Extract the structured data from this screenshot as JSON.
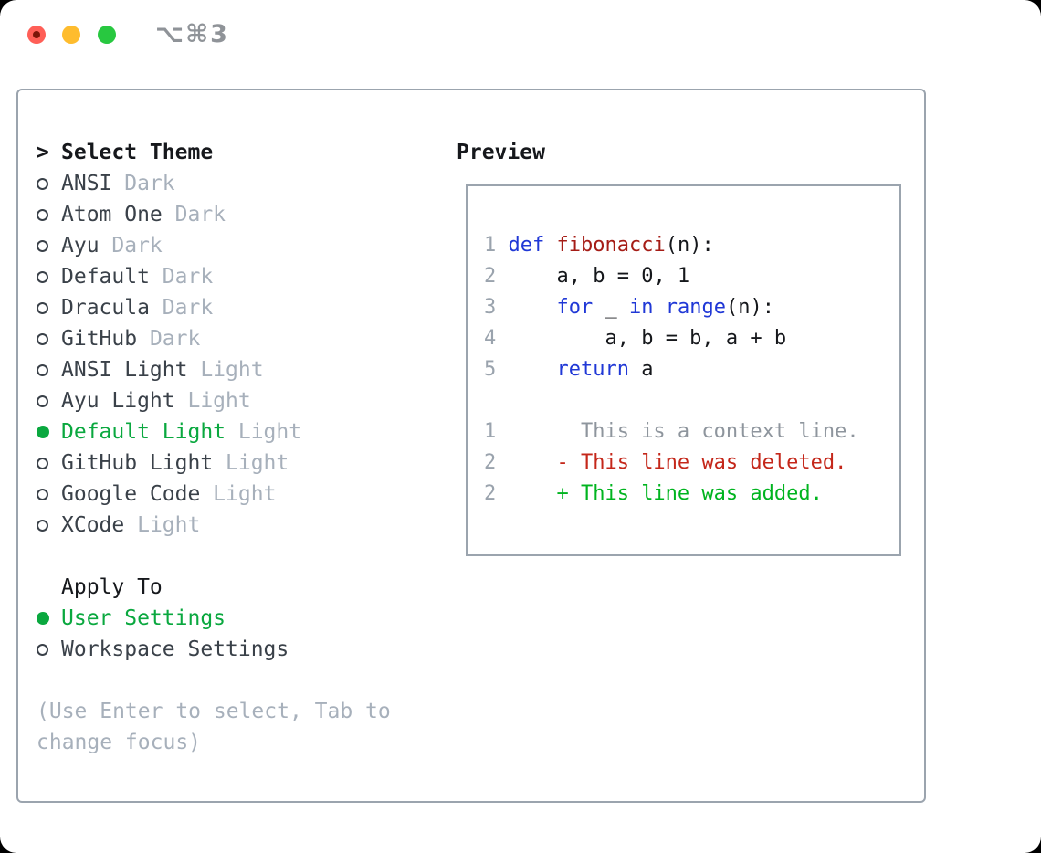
{
  "window": {
    "shortcut": "⌥⌘3",
    "traffic_lights": [
      "close",
      "minimize",
      "zoom"
    ]
  },
  "theme_panel": {
    "prompt": ">",
    "title": "Select Theme",
    "items": [
      {
        "label": "ANSI",
        "tag": "Dark",
        "selected": false
      },
      {
        "label": "Atom One",
        "tag": "Dark",
        "selected": false
      },
      {
        "label": "Ayu",
        "tag": "Dark",
        "selected": false
      },
      {
        "label": "Default",
        "tag": "Dark",
        "selected": false
      },
      {
        "label": "Dracula",
        "tag": "Dark",
        "selected": false
      },
      {
        "label": "GitHub",
        "tag": "Dark",
        "selected": false
      },
      {
        "label": "ANSI Light",
        "tag": "Light",
        "selected": false
      },
      {
        "label": "Ayu Light",
        "tag": "Light",
        "selected": false
      },
      {
        "label": "Default Light",
        "tag": "Light",
        "selected": true
      },
      {
        "label": "GitHub Light",
        "tag": "Light",
        "selected": false
      },
      {
        "label": "Google Code",
        "tag": "Light",
        "selected": false
      },
      {
        "label": "XCode",
        "tag": "Light",
        "selected": false
      }
    ],
    "apply_to": {
      "title": "Apply To",
      "options": [
        {
          "label": "User Settings",
          "selected": true
        },
        {
          "label": "Workspace Settings",
          "selected": false
        }
      ]
    },
    "hint": "(Use Enter to select, Tab to change focus)"
  },
  "preview": {
    "title": "Preview",
    "code_lines": [
      {
        "num": "1",
        "indent": "",
        "segments": [
          [
            "def",
            "kw"
          ],
          [
            " ",
            "pl"
          ],
          [
            "fibonacci",
            "fn"
          ],
          [
            "(n):",
            "pl"
          ]
        ]
      },
      {
        "num": "2",
        "indent": "    ",
        "segments": [
          [
            "a, b = 0, 1",
            "pl"
          ]
        ]
      },
      {
        "num": "3",
        "indent": "    ",
        "segments": [
          [
            "for",
            "kw"
          ],
          [
            " _ ",
            "pl"
          ],
          [
            "in",
            "kw"
          ],
          [
            " ",
            "pl"
          ],
          [
            "range",
            "kw"
          ],
          [
            "(n):",
            "pl"
          ]
        ]
      },
      {
        "num": "4",
        "indent": "        ",
        "segments": [
          [
            "a, b = b, a + b",
            "pl"
          ]
        ]
      },
      {
        "num": "5",
        "indent": "    ",
        "segments": [
          [
            "return",
            "kw"
          ],
          [
            " a",
            "pl"
          ]
        ]
      }
    ],
    "diff_lines": [
      {
        "num": "1",
        "sign": "",
        "kind": "ctx",
        "text": "This is a context line."
      },
      {
        "num": "2",
        "sign": "-",
        "kind": "del",
        "text": "This line was deleted."
      },
      {
        "num": "2",
        "sign": "+",
        "kind": "add",
        "text": "This line was added."
      }
    ]
  },
  "colors": {
    "window-bg": "#ffffff",
    "border": "#9ba4ae",
    "header-text": "#16181c",
    "item-text": "#3a4149",
    "tag-text": "#a7b0bb",
    "selected-green": "#0aa83f",
    "hint-text": "#a7b0bb",
    "line-number": "#9aa3ad",
    "keyword-blue": "#2038d6",
    "function-red": "#a51c16",
    "code-text": "#15171b",
    "context-gray": "#8e959d",
    "deleted-red": "#c4271a",
    "added-green": "#00b41f",
    "light-red": "#ff5f57",
    "light-yellow": "#febc2e",
    "light-green": "#28c840",
    "shortcut-gray": "#8f9398"
  }
}
